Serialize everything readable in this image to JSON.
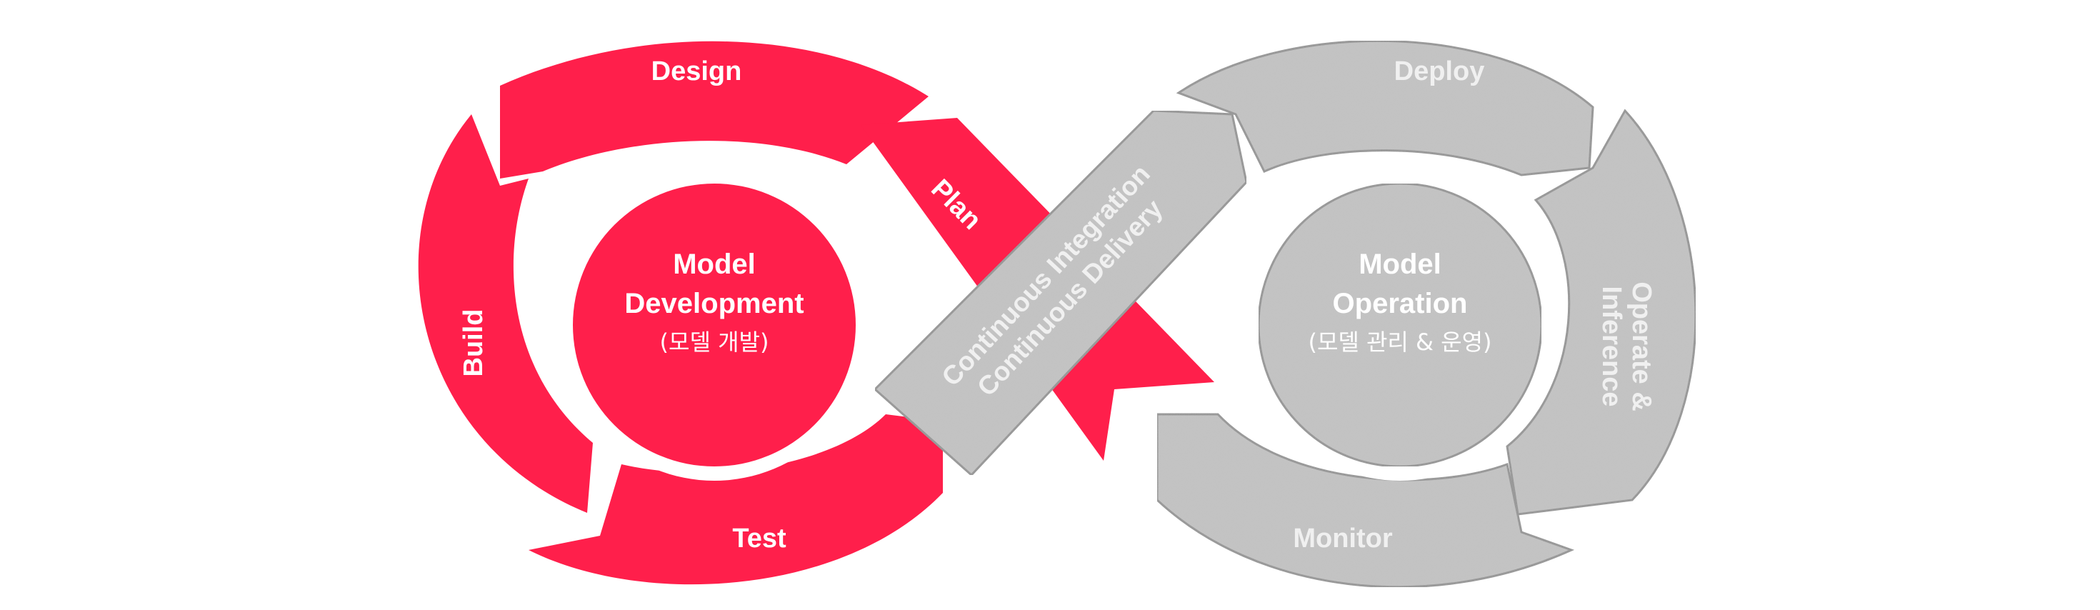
{
  "colors": {
    "accent": "#ff1f4b",
    "gray": "#c3c3c3",
    "gray_stroke": "#8f8f8f",
    "label_light": "#ffffff",
    "label_gray": "#f0f0f0"
  },
  "dev": {
    "title_line1": "Model",
    "title_line2": "Development",
    "subtitle": "(모델 개발)",
    "stages": {
      "design": "Design",
      "build": "Build",
      "test": "Test",
      "plan": "Plan"
    }
  },
  "ops": {
    "title_line1": "Model",
    "title_line2": "Operation",
    "subtitle": "(모델 관리 & 운영)",
    "stages": {
      "deploy": "Deploy",
      "operate_line1": "Operate &",
      "operate_line2": "Inference",
      "monitor": "Monitor"
    }
  },
  "bridge": {
    "line1": "Continuous Integration",
    "line2": "Continuous Delivery"
  }
}
